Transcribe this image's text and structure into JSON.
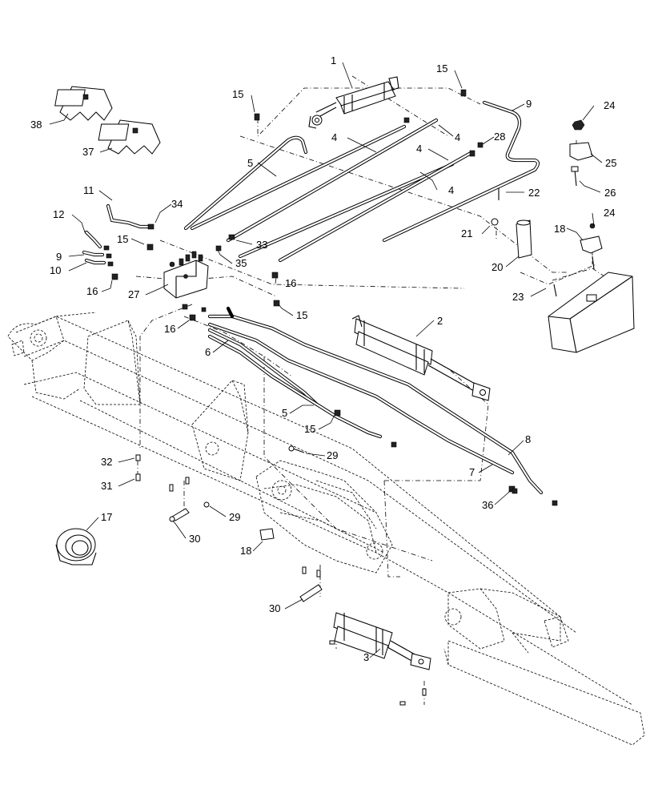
{
  "diagram": {
    "type": "exploded-parts-diagram",
    "callouts": [
      {
        "id": "c1",
        "number": "1"
      },
      {
        "id": "c15a",
        "number": "15"
      },
      {
        "id": "c15b",
        "number": "15"
      },
      {
        "id": "c9a",
        "number": "9"
      },
      {
        "id": "c24a",
        "number": "24"
      },
      {
        "id": "c38",
        "number": "38"
      },
      {
        "id": "c37",
        "number": "37"
      },
      {
        "id": "c4a",
        "number": "4"
      },
      {
        "id": "c4b",
        "number": "4"
      },
      {
        "id": "c4c",
        "number": "4"
      },
      {
        "id": "c4d",
        "number": "4"
      },
      {
        "id": "c28",
        "number": "28"
      },
      {
        "id": "c25",
        "number": "25"
      },
      {
        "id": "c5a",
        "number": "5"
      },
      {
        "id": "c22",
        "number": "22"
      },
      {
        "id": "c26",
        "number": "26"
      },
      {
        "id": "c11",
        "number": "11"
      },
      {
        "id": "c34",
        "number": "34"
      },
      {
        "id": "c24b",
        "number": "24"
      },
      {
        "id": "c12",
        "number": "12"
      },
      {
        "id": "c21",
        "number": "21"
      },
      {
        "id": "c18a",
        "number": "18"
      },
      {
        "id": "c15c",
        "number": "15"
      },
      {
        "id": "c33",
        "number": "33"
      },
      {
        "id": "c9b",
        "number": "9"
      },
      {
        "id": "c35",
        "number": "35"
      },
      {
        "id": "c20",
        "number": "20"
      },
      {
        "id": "c10",
        "number": "10"
      },
      {
        "id": "c16a",
        "number": "16"
      },
      {
        "id": "c16b",
        "number": "16"
      },
      {
        "id": "c27",
        "number": "27"
      },
      {
        "id": "c15d",
        "number": "15"
      },
      {
        "id": "c23",
        "number": "23"
      },
      {
        "id": "c2",
        "number": "2"
      },
      {
        "id": "c16c",
        "number": "16"
      },
      {
        "id": "c6",
        "number": "6"
      },
      {
        "id": "c5b",
        "number": "5"
      },
      {
        "id": "c15e",
        "number": "15"
      },
      {
        "id": "c8",
        "number": "8"
      },
      {
        "id": "c29a",
        "number": "29"
      },
      {
        "id": "c32",
        "number": "32"
      },
      {
        "id": "c7",
        "number": "7"
      },
      {
        "id": "c31",
        "number": "31"
      },
      {
        "id": "c36",
        "number": "36"
      },
      {
        "id": "c29b",
        "number": "29"
      },
      {
        "id": "c17",
        "number": "17"
      },
      {
        "id": "c30a",
        "number": "30"
      },
      {
        "id": "c18b",
        "number": "18"
      },
      {
        "id": "c30b",
        "number": "30"
      },
      {
        "id": "c3",
        "number": "3"
      }
    ]
  }
}
